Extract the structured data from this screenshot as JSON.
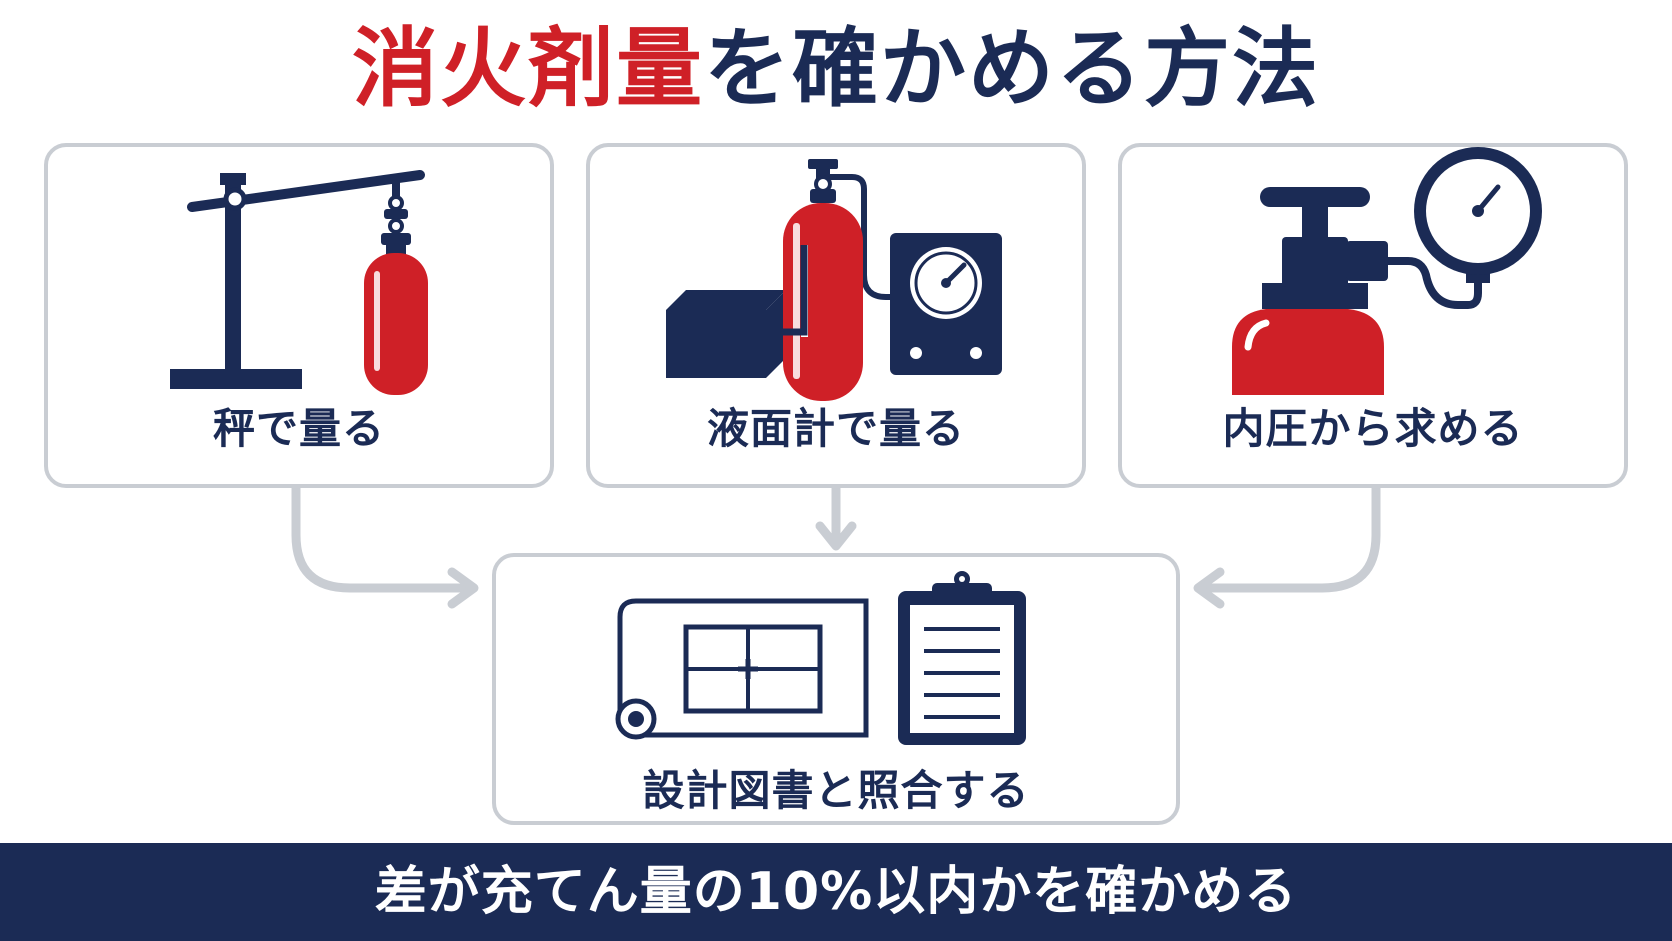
{
  "title": {
    "highlight": "消火剤量",
    "rest": "を確かめる方法"
  },
  "methods": [
    {
      "label": "秤で量る",
      "icon": "scale-with-cylinder-icon"
    },
    {
      "label": "液面計で量る",
      "icon": "level-gauge-cylinder-icon"
    },
    {
      "label": "内圧から求める",
      "icon": "pressure-gauge-valve-icon"
    }
  ],
  "result": {
    "label": "設計図書と照合する",
    "icons": [
      "blueprint-icon",
      "clipboard-icon"
    ]
  },
  "banner": {
    "text": "差が充てん量の10%以内かを確かめる"
  },
  "colors": {
    "red": "#cf2027",
    "navy": "#1b2b55",
    "border": "#c9cdd3",
    "arrow": "#c9cdd3"
  }
}
